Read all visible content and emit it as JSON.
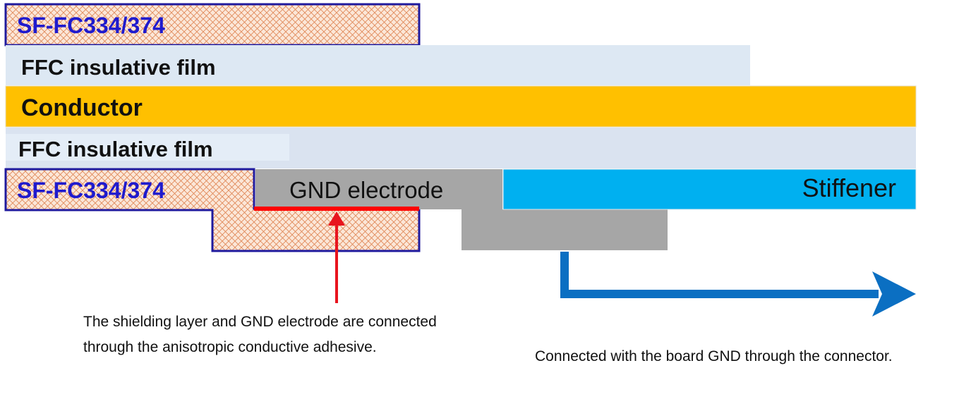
{
  "layers": {
    "shield_top": "SF-FC334/374",
    "insulation_top": "FFC insulative film",
    "conductor": "Conductor",
    "insulation_bottom": "FFC insulative film",
    "shield_bottom": "SF-FC334/374",
    "gnd_electrode": "GND electrode",
    "stiffener": "Stiffener"
  },
  "notes": {
    "adhesive_line1": "The shielding layer and GND electrode are connected",
    "adhesive_line2": "through the anisotropic conductive adhesive.",
    "board_gnd": "Connected with the board GND through the connector."
  },
  "colors": {
    "shield_fill": "#fbe3d2",
    "shield_pattern": "#e08a5a",
    "shield_border": "#1f1a9e",
    "shield_text": "#1f1acd",
    "insulation": "#dde8f3",
    "conductor": "#ffc000",
    "gnd": "#a6a6a6",
    "stiffener": "#00b0f0",
    "adhesive": "#ff0000",
    "arrow_red": "#e8141e",
    "arrow_blue": "#0b6fc2"
  }
}
